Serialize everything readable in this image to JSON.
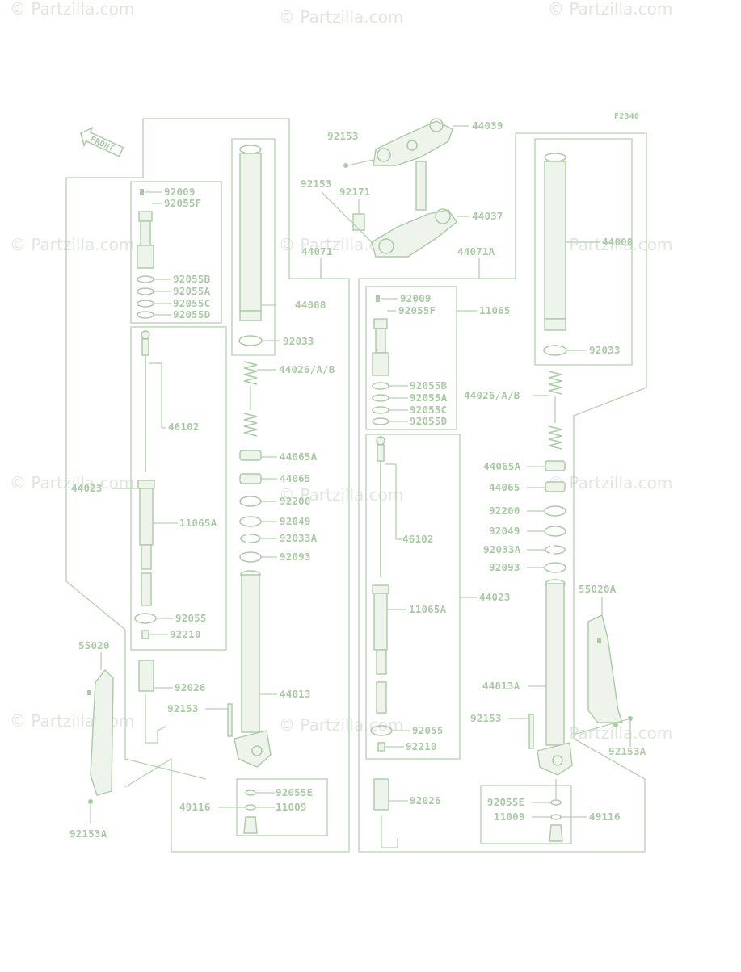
{
  "figure_code": "F2340",
  "front_label": "FRONT",
  "watermark": "© Partzilla.com",
  "parts": {
    "p44039": "44039",
    "p92153_t1": "92153",
    "p92153_t2": "92153",
    "p92171": "92171",
    "p44037": "44037",
    "p44071": "44071",
    "p44071A": "44071A",
    "L_92009": "92009",
    "L_92055F": "92055F",
    "L_92055B": "92055B",
    "L_92055A": "92055A",
    "L_92055C": "92055C",
    "L_92055D": "92055D",
    "L_44008": "44008",
    "L_92033": "92033",
    "L_44026": "44026/A/B",
    "L_46102": "46102",
    "L_44023": "44023",
    "L_11065A": "11065A",
    "L_44065A": "44065A",
    "L_44065": "44065",
    "L_92200": "92200",
    "L_92049": "92049",
    "L_92033A": "92033A",
    "L_92093": "92093",
    "L_92055": "92055",
    "L_92210": "92210",
    "L_55020": "55020",
    "L_92026": "92026",
    "L_44013": "44013",
    "L_92153": "92153",
    "L_92055E": "92055E",
    "L_49116": "49116",
    "L_11009": "11009",
    "L_92153A": "92153A",
    "R_44008": "44008",
    "R_92009": "92009",
    "R_92055F": "92055F",
    "R_11065": "11065",
    "R_92033": "92033",
    "R_92055B": "92055B",
    "R_92055A": "92055A",
    "R_92055C": "92055C",
    "R_92055D": "92055D",
    "R_44026": "44026/A/B",
    "R_44065A": "44065A",
    "R_44065": "44065",
    "R_92200": "92200",
    "R_92049": "92049",
    "R_92033A": "92033A",
    "R_92093": "92093",
    "R_46102": "46102",
    "R_11065A": "11065A",
    "R_44023": "44023",
    "R_55020A": "55020A",
    "R_44013A": "44013A",
    "R_92153": "92153",
    "R_92055": "92055",
    "R_92210": "92210",
    "R_92153A": "92153A",
    "R_92026": "92026",
    "R_92055E": "92055E",
    "R_11009": "11009",
    "R_49116": "49116"
  },
  "colors": {
    "line": "#a9cba4",
    "watermark": "#dfe6df",
    "background": "#ffffff"
  }
}
